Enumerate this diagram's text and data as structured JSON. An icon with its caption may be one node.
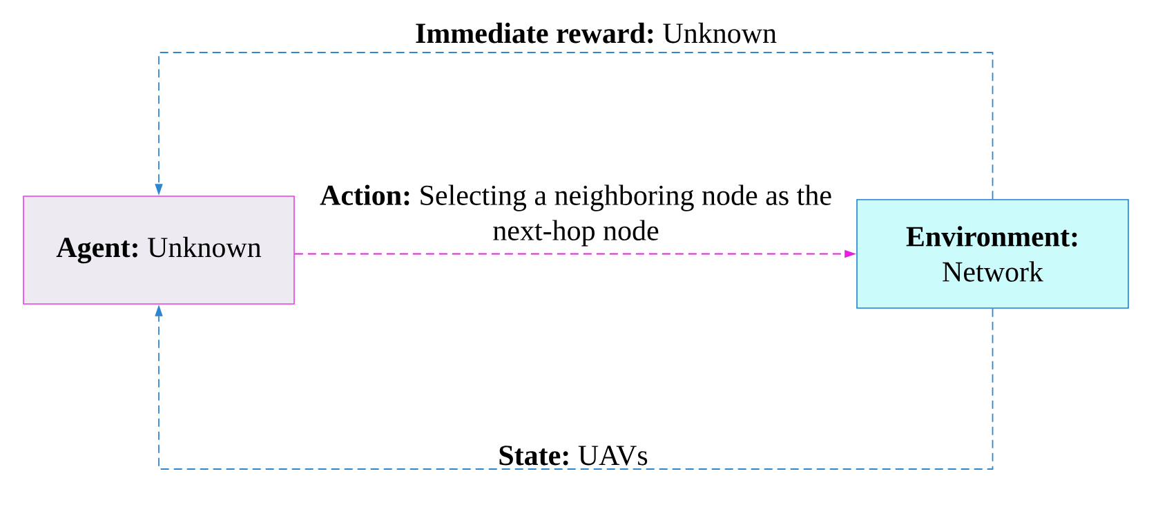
{
  "diagram": {
    "nodes": [
      {
        "text": [
          "**Agent:** Unknown"
        ]
      },
      {
        "text": [
          "**Environment:** Network"
        ]
      }
    ],
    "edges": [
      {
        "from": 0,
        "to": 1,
        "arrow": "to",
        "label": "**Action:** Selecting a neighboring node as the next-hop node",
        "style": "dashed",
        "color": "#e61ee6"
      },
      {
        "from": 1,
        "to": 0,
        "arrow": "to",
        "label": "**Immediate reward:** Unknown",
        "style": "dashed"
      },
      {
        "from": 1,
        "to": 0,
        "arrow": "to",
        "label": "**State:** UAVs",
        "style": "dashed"
      }
    ]
  }
}
